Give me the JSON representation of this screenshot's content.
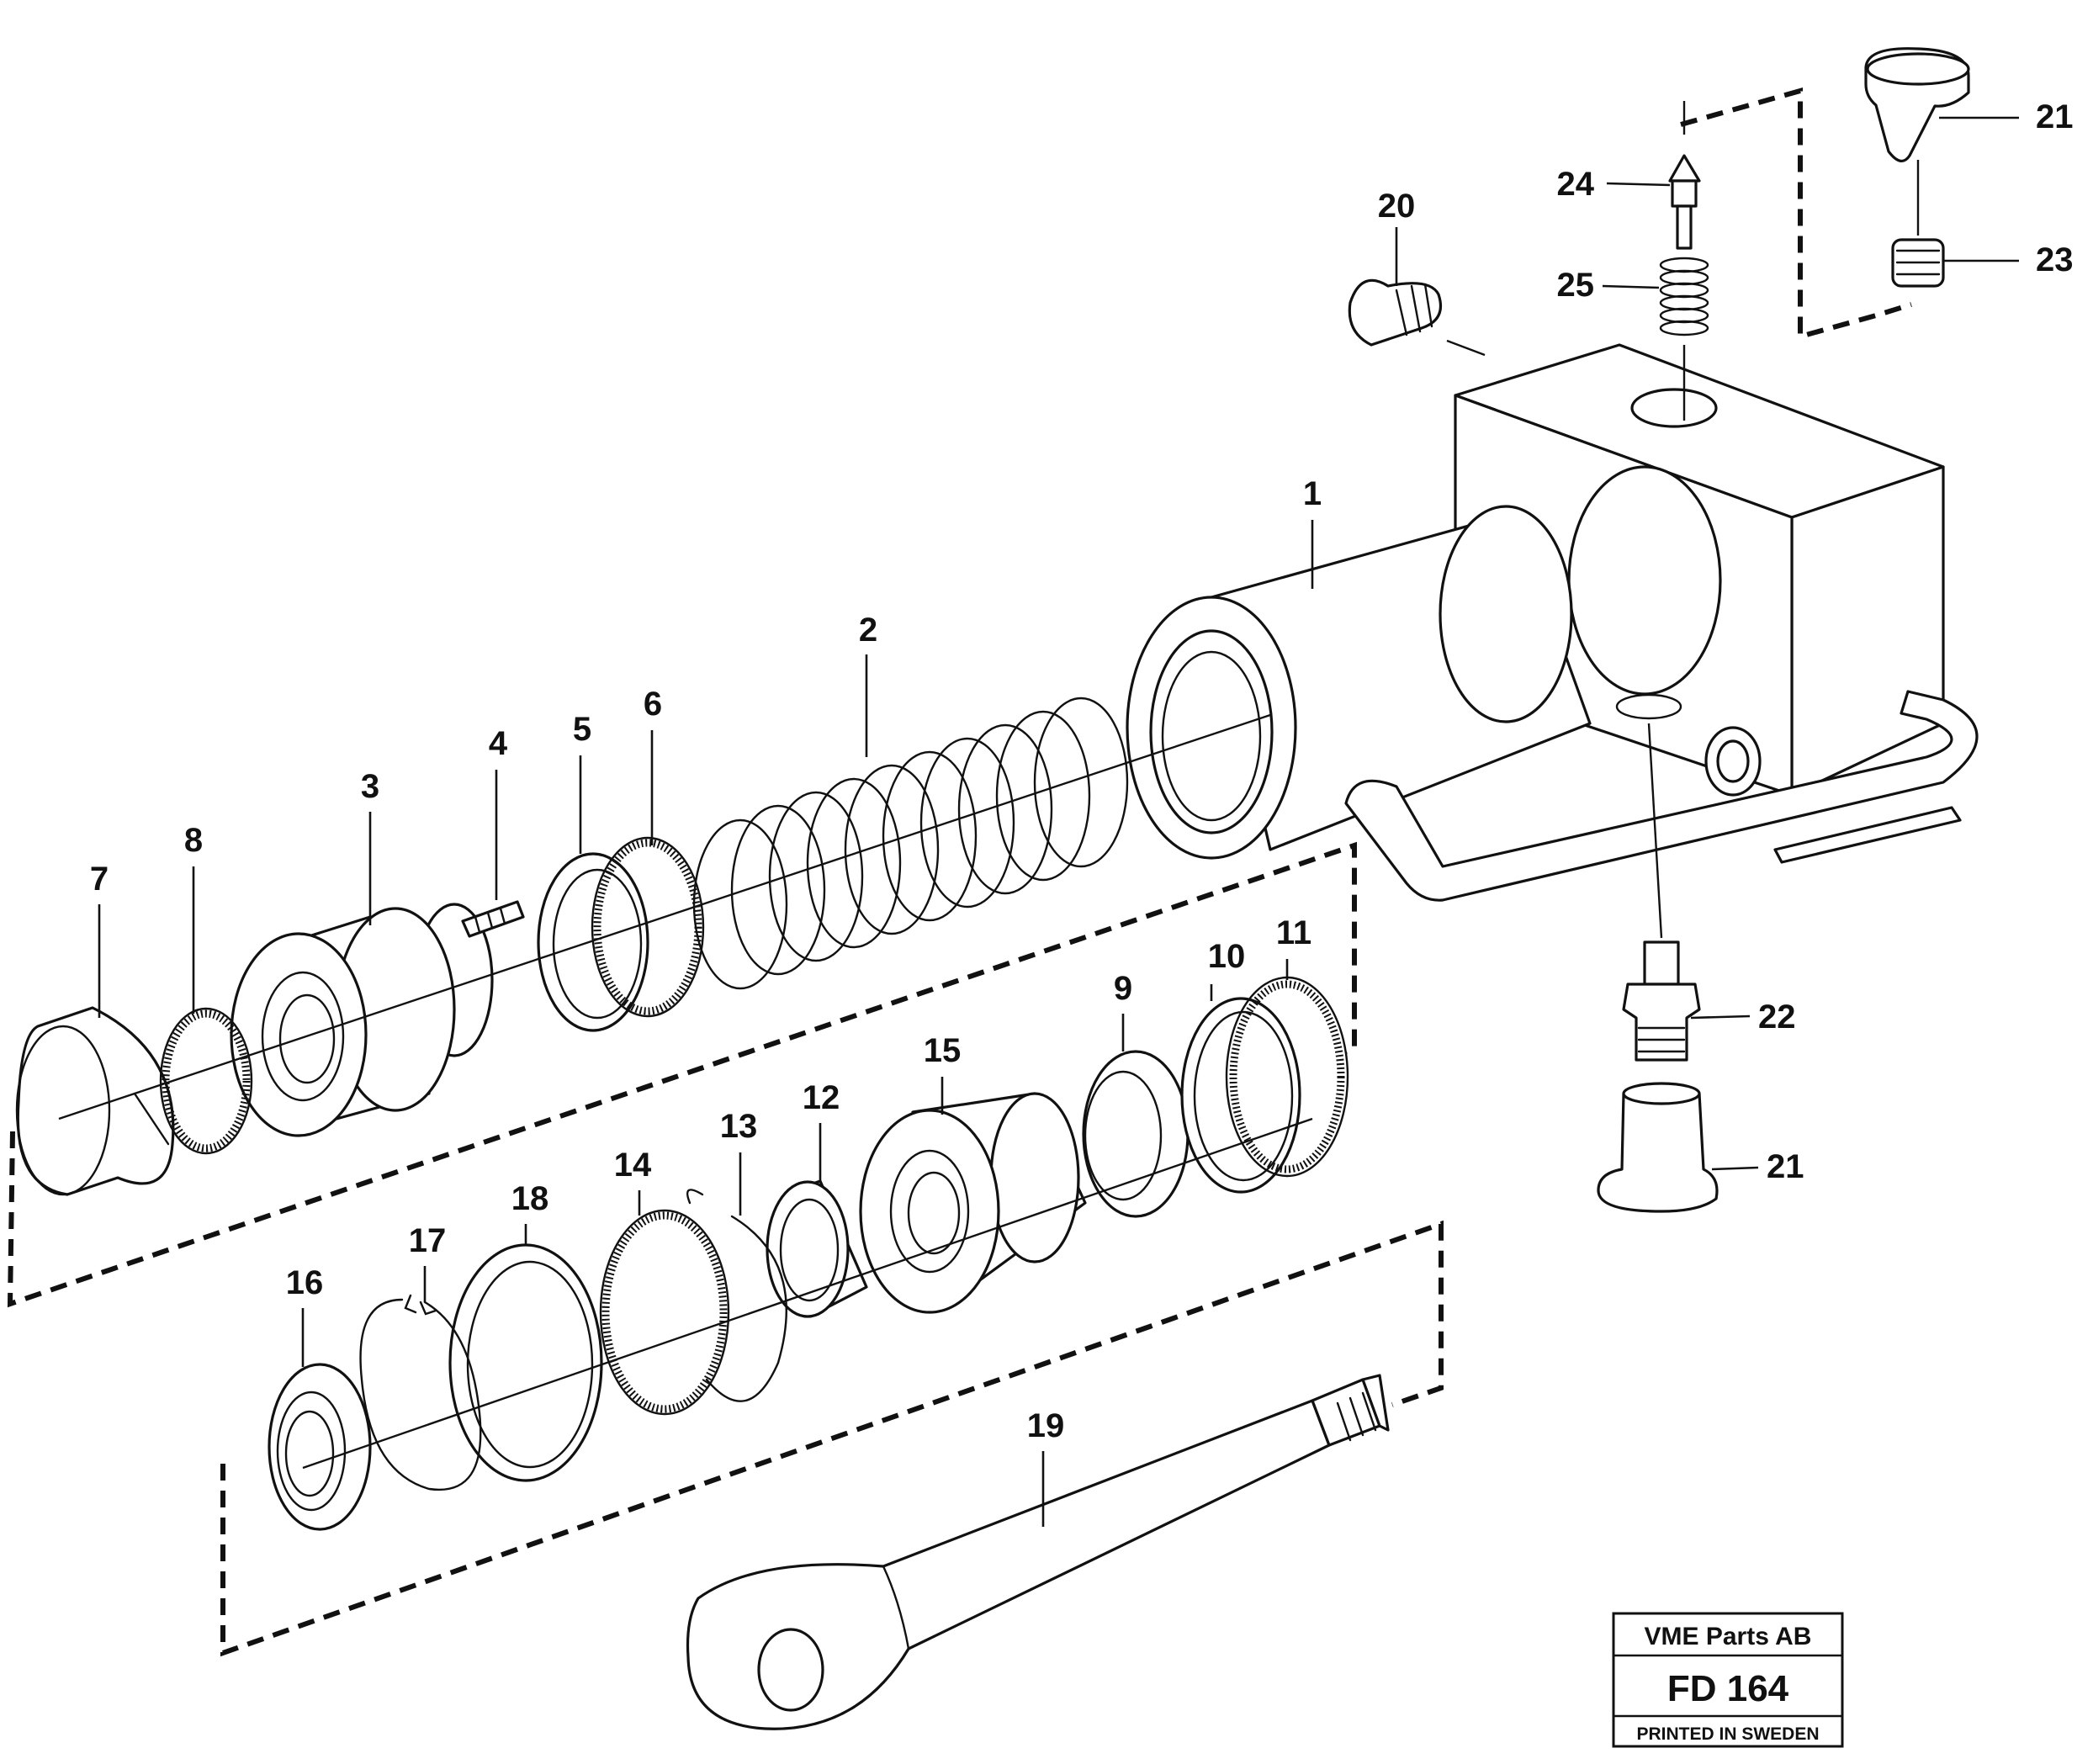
{
  "callouts": [
    {
      "id": "c1",
      "label": "1"
    },
    {
      "id": "c2",
      "label": "2"
    },
    {
      "id": "c3",
      "label": "3"
    },
    {
      "id": "c4",
      "label": "4"
    },
    {
      "id": "c5",
      "label": "5"
    },
    {
      "id": "c6",
      "label": "6"
    },
    {
      "id": "c7",
      "label": "7"
    },
    {
      "id": "c8",
      "label": "8"
    },
    {
      "id": "c9",
      "label": "9"
    },
    {
      "id": "c10",
      "label": "10"
    },
    {
      "id": "c11",
      "label": "11"
    },
    {
      "id": "c12",
      "label": "12"
    },
    {
      "id": "c13",
      "label": "13"
    },
    {
      "id": "c14",
      "label": "14"
    },
    {
      "id": "c15",
      "label": "15"
    },
    {
      "id": "c16",
      "label": "16"
    },
    {
      "id": "c17",
      "label": "17"
    },
    {
      "id": "c18",
      "label": "18"
    },
    {
      "id": "c19",
      "label": "19"
    },
    {
      "id": "c20",
      "label": "20"
    },
    {
      "id": "c21a",
      "label": "21"
    },
    {
      "id": "c21b",
      "label": "21"
    },
    {
      "id": "c22",
      "label": "22"
    },
    {
      "id": "c23",
      "label": "23"
    },
    {
      "id": "c24",
      "label": "24"
    },
    {
      "id": "c25",
      "label": "25"
    }
  ],
  "title_block": {
    "company": "VME Parts AB",
    "drawing_number": "FD 164",
    "printed": "PRINTED IN SWEDEN"
  }
}
